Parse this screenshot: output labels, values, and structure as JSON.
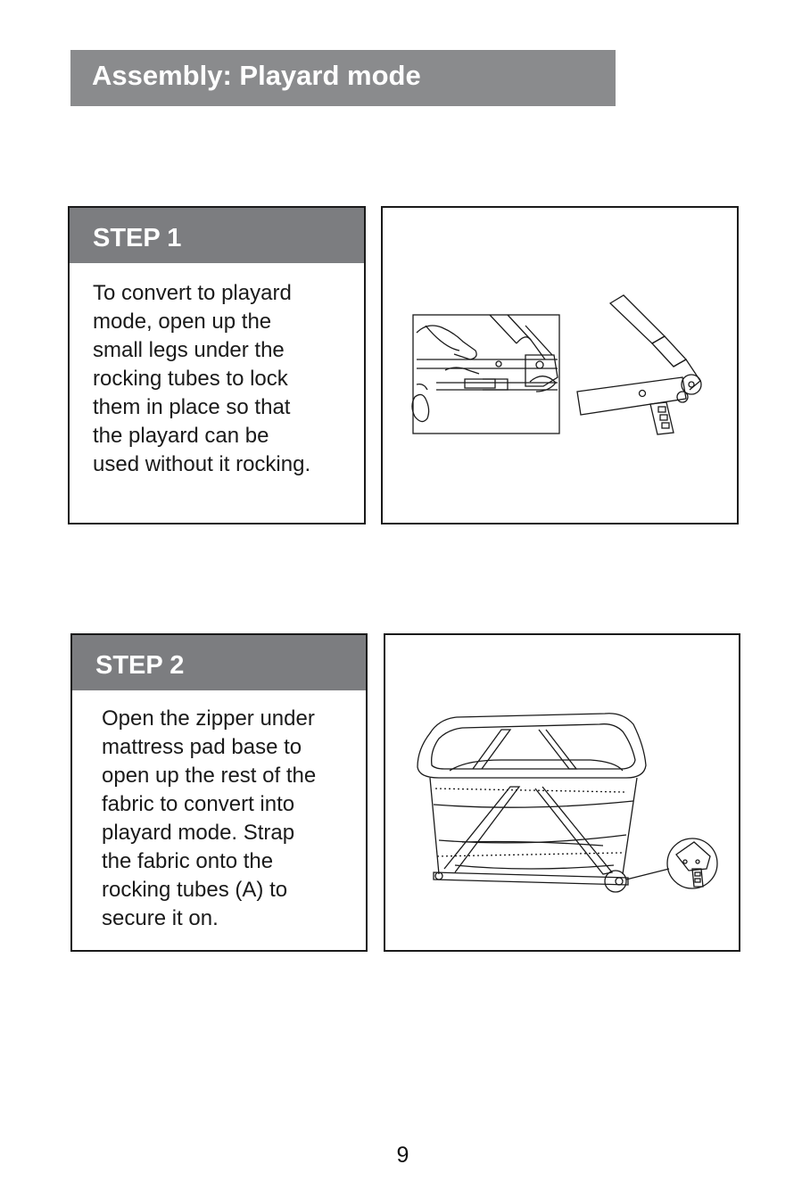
{
  "header": {
    "title": "Assembly: Playard mode"
  },
  "steps": [
    {
      "label": "STEP 1",
      "text": "To convert to playard\nmode, open up the\nsmall legs under the\nrocking tubes to lock\nthem in place so that\nthe playard can be\nused without it rocking."
    },
    {
      "label": "STEP 2",
      "text": "Open the zipper under\nmattress pad base to\nopen up the rest of the\nfabric to convert into\nplayard mode. Strap\nthe fabric onto the\nrocking tubes (A) to\nsecure it on."
    }
  ],
  "footer": {
    "page_number": "9"
  }
}
